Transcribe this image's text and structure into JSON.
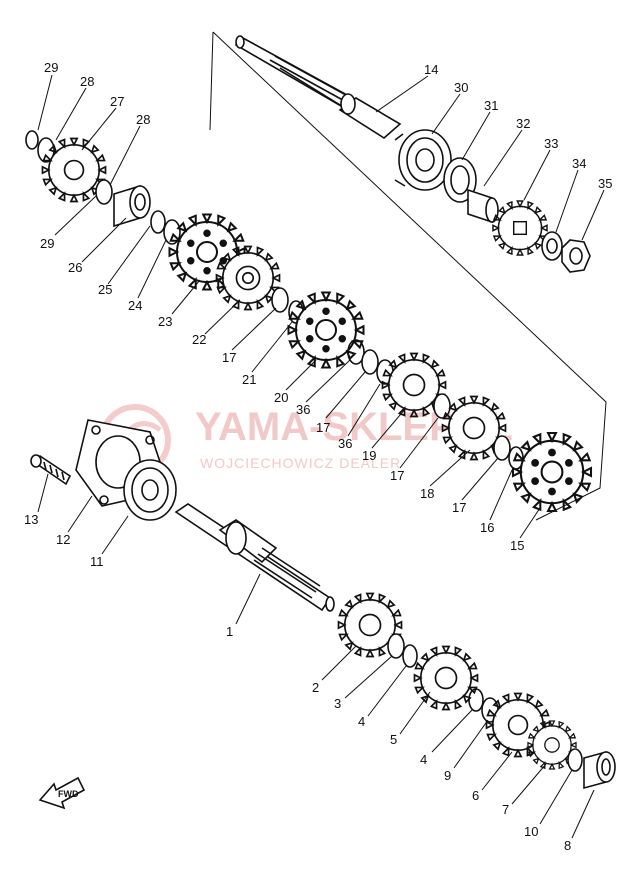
{
  "watermark": {
    "brand": "YAMA-SKLEP.PL",
    "dealer": "WOJCIECHOWICZ DEALER"
  },
  "direction_marker": {
    "text": "FWD"
  },
  "part_labels": [
    {
      "id": "29a",
      "text": "29"
    },
    {
      "id": "28a",
      "text": "28"
    },
    {
      "id": "27",
      "text": "27"
    },
    {
      "id": "28b",
      "text": "28"
    },
    {
      "id": "29b",
      "text": "29"
    },
    {
      "id": "26",
      "text": "26"
    },
    {
      "id": "25",
      "text": "25"
    },
    {
      "id": "24",
      "text": "24"
    },
    {
      "id": "23",
      "text": "23"
    },
    {
      "id": "22",
      "text": "22"
    },
    {
      "id": "17a",
      "text": "17"
    },
    {
      "id": "21",
      "text": "21"
    },
    {
      "id": "20",
      "text": "20"
    },
    {
      "id": "36a",
      "text": "36"
    },
    {
      "id": "17b",
      "text": "17"
    },
    {
      "id": "36b",
      "text": "36"
    },
    {
      "id": "19",
      "text": "19"
    },
    {
      "id": "17c",
      "text": "17"
    },
    {
      "id": "18",
      "text": "18"
    },
    {
      "id": "17d",
      "text": "17"
    },
    {
      "id": "16",
      "text": "16"
    },
    {
      "id": "15",
      "text": "15"
    },
    {
      "id": "14",
      "text": "14"
    },
    {
      "id": "30",
      "text": "30"
    },
    {
      "id": "31",
      "text": "31"
    },
    {
      "id": "32",
      "text": "32"
    },
    {
      "id": "33",
      "text": "33"
    },
    {
      "id": "34",
      "text": "34"
    },
    {
      "id": "35",
      "text": "35"
    },
    {
      "id": "13",
      "text": "13"
    },
    {
      "id": "12",
      "text": "12"
    },
    {
      "id": "11",
      "text": "11"
    },
    {
      "id": "1",
      "text": "1"
    },
    {
      "id": "2",
      "text": "2"
    },
    {
      "id": "3",
      "text": "3"
    },
    {
      "id": "4a",
      "text": "4"
    },
    {
      "id": "5",
      "text": "5"
    },
    {
      "id": "4b",
      "text": "4"
    },
    {
      "id": "9",
      "text": "9"
    },
    {
      "id": "6",
      "text": "6"
    },
    {
      "id": "7",
      "text": "7"
    },
    {
      "id": "10",
      "text": "10"
    },
    {
      "id": "8",
      "text": "8"
    }
  ]
}
